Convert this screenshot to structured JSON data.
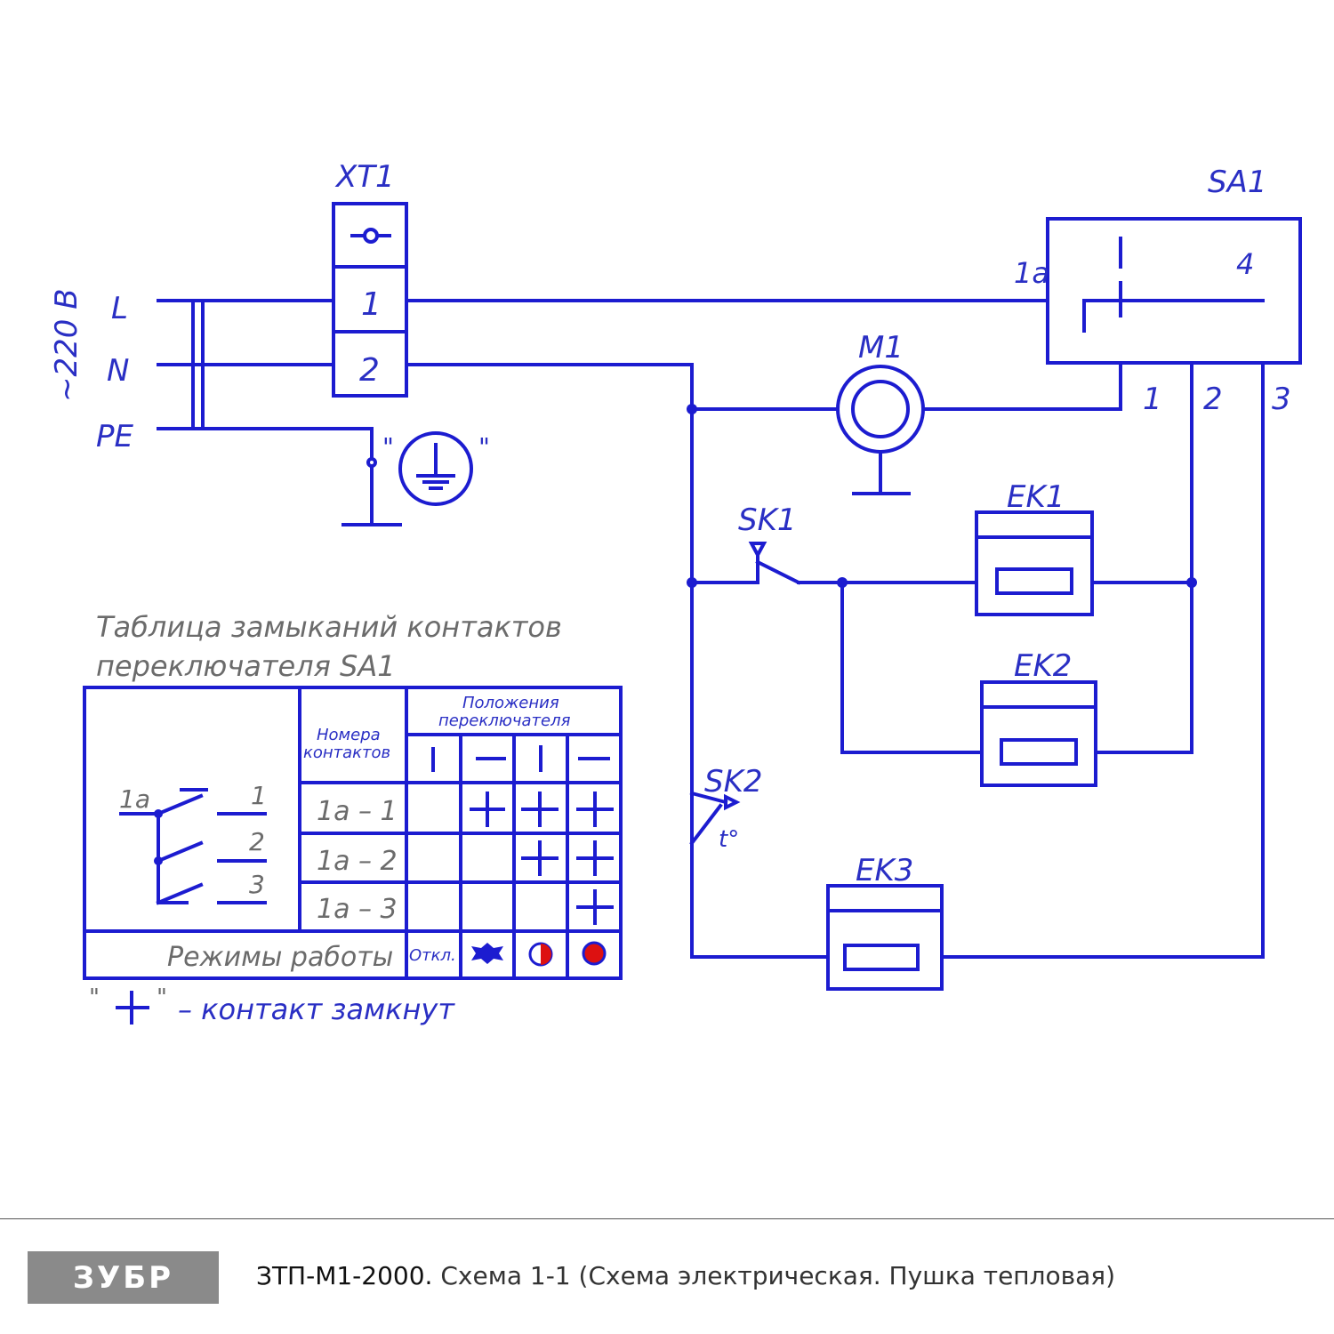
{
  "labels": {
    "xt1": "XT1",
    "sa1": "SA1",
    "m1": "M1",
    "sk1": "SK1",
    "sk2": "SK2",
    "ek1": "EK1",
    "ek2": "EK2",
    "ek3": "EK3",
    "voltage": "~220 В",
    "l": "L",
    "n": "N",
    "pe": "PE",
    "xt_term1": "1",
    "xt_term2": "2",
    "sa_1a": "1а",
    "sa_4": "4",
    "sa_out1": "1",
    "sa_out2": "2",
    "sa_out3": "3",
    "sk2_temp": "t°",
    "quote_open": "\"",
    "quote_close": "\""
  },
  "table": {
    "title_line1": "Таблица замыканий контактов",
    "title_line2": "переключателя SA1",
    "col_contacts_line1": "Номера",
    "col_contacts_line2": "контактов",
    "col_positions_line1": "Положения",
    "col_positions_line2": "переключателя",
    "rows": [
      "1а – 1",
      "1а – 2",
      "1а – 3"
    ],
    "modes_label": "Режимы работы",
    "mode_off": "Откл.",
    "mini_1a": "1а",
    "mini_1": "1",
    "mini_2": "2",
    "mini_3": "3",
    "legend_plus": "+",
    "legend_text": "– контакт замкнут"
  },
  "footer": {
    "logo": "ЗУБР",
    "model": "ЗТП-М1-2000.",
    "description": "Схема 1-1 (Схема электрическая. Пушка тепловая)"
  },
  "colors": {
    "line": "#1c1cd0",
    "logo_bg": "#8a8a8a"
  }
}
